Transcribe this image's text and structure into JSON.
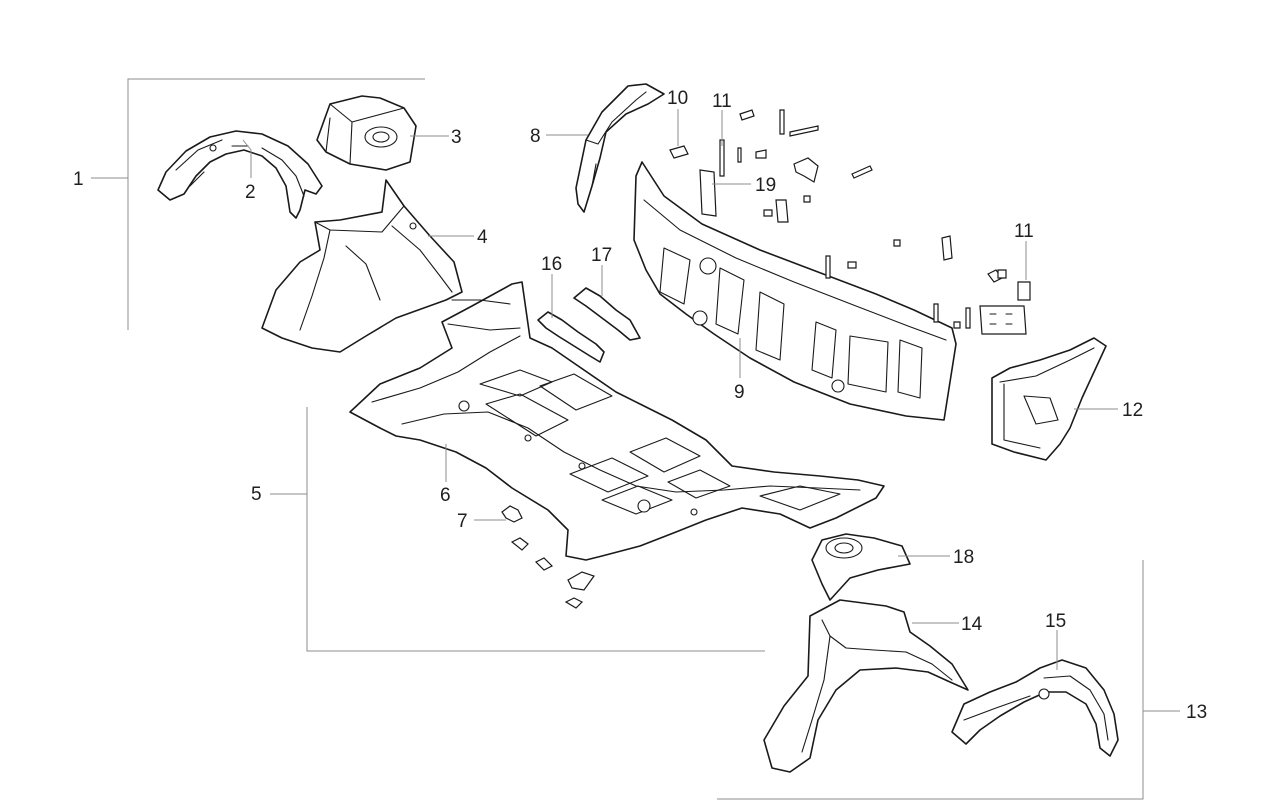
{
  "callouts": [
    {
      "id": "1",
      "text": "1"
    },
    {
      "id": "2",
      "text": "2"
    },
    {
      "id": "3",
      "text": "3"
    },
    {
      "id": "4",
      "text": "4"
    },
    {
      "id": "5",
      "text": "5"
    },
    {
      "id": "6",
      "text": "6"
    },
    {
      "id": "7",
      "text": "7"
    },
    {
      "id": "8",
      "text": "8"
    },
    {
      "id": "9",
      "text": "9"
    },
    {
      "id": "10",
      "text": "10"
    },
    {
      "id": "11a",
      "text": "11"
    },
    {
      "id": "11b",
      "text": "11"
    },
    {
      "id": "12",
      "text": "12"
    },
    {
      "id": "13",
      "text": "13"
    },
    {
      "id": "14",
      "text": "14"
    },
    {
      "id": "15",
      "text": "15"
    },
    {
      "id": "16",
      "text": "16"
    },
    {
      "id": "17",
      "text": "17"
    },
    {
      "id": "18",
      "text": "18"
    },
    {
      "id": "19",
      "text": "19"
    }
  ],
  "colors": {
    "line": "#1a1a1a",
    "leader": "#8c8c8c",
    "background": "#ffffff"
  }
}
